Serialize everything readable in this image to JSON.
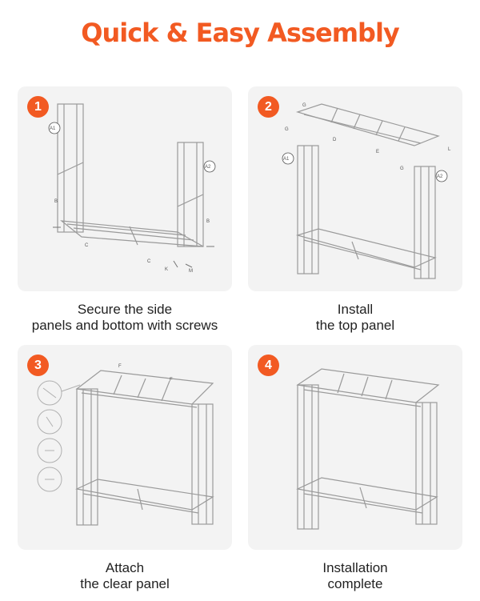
{
  "title": "Quick & Easy Assembly",
  "steps": [
    {
      "number": "1",
      "caption_line1": "Secure the side",
      "caption_line2": "panels and bottom with screws"
    },
    {
      "number": "2",
      "caption_line1": "Install",
      "caption_line2": "the top panel"
    },
    {
      "number": "3",
      "caption_line1": "Attach",
      "caption_line2": "the clear panel"
    },
    {
      "number": "4",
      "caption_line1": "Installation",
      "caption_line2": "complete"
    }
  ],
  "part_labels": {
    "a1": "A1",
    "a2": "A2",
    "b": "B",
    "c": "C",
    "d": "D",
    "e": "E",
    "f": "F",
    "g": "G",
    "k": "K",
    "l": "L",
    "m": "M"
  },
  "colors": {
    "accent": "#f25a22",
    "panel_bg": "#f3f3f3",
    "line": "#9a9a9a"
  }
}
